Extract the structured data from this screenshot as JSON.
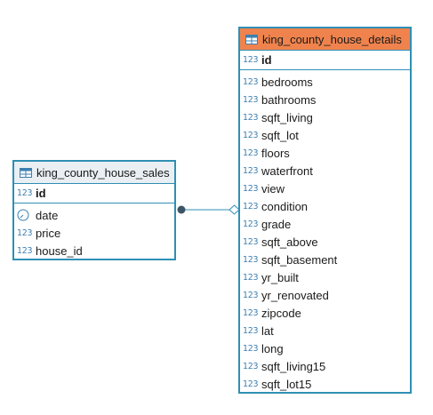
{
  "relationship": {
    "from": "king_county_house_sales.house_id",
    "to": "king_county_house_details.id"
  },
  "entities": {
    "sales": {
      "title": "king_county_house_sales",
      "header_color": "#e9eff2",
      "border_color": "#2f8fb5",
      "pk": {
        "type": "123",
        "name": "id"
      },
      "columns": [
        {
          "type": "date",
          "name": "date"
        },
        {
          "type": "123",
          "name": "price"
        },
        {
          "type": "123",
          "name": "house_id"
        }
      ]
    },
    "details": {
      "title": "king_county_house_details",
      "header_color": "#f0834d",
      "border_color": "#2f8fb5",
      "pk": {
        "type": "123",
        "name": "id"
      },
      "columns": [
        {
          "type": "123",
          "name": "bedrooms"
        },
        {
          "type": "123",
          "name": "bathrooms"
        },
        {
          "type": "123",
          "name": "sqft_living"
        },
        {
          "type": "123",
          "name": "sqft_lot"
        },
        {
          "type": "123",
          "name": "floors"
        },
        {
          "type": "123",
          "name": "waterfront"
        },
        {
          "type": "123",
          "name": "view"
        },
        {
          "type": "123",
          "name": "condition"
        },
        {
          "type": "123",
          "name": "grade"
        },
        {
          "type": "123",
          "name": "sqft_above"
        },
        {
          "type": "123",
          "name": "sqft_basement"
        },
        {
          "type": "123",
          "name": "yr_built"
        },
        {
          "type": "123",
          "name": "yr_renovated"
        },
        {
          "type": "123",
          "name": "zipcode"
        },
        {
          "type": "123",
          "name": "lat"
        },
        {
          "type": "123",
          "name": "long"
        },
        {
          "type": "123",
          "name": "sqft_living15"
        },
        {
          "type": "123",
          "name": "sqft_lot15"
        }
      ]
    }
  }
}
